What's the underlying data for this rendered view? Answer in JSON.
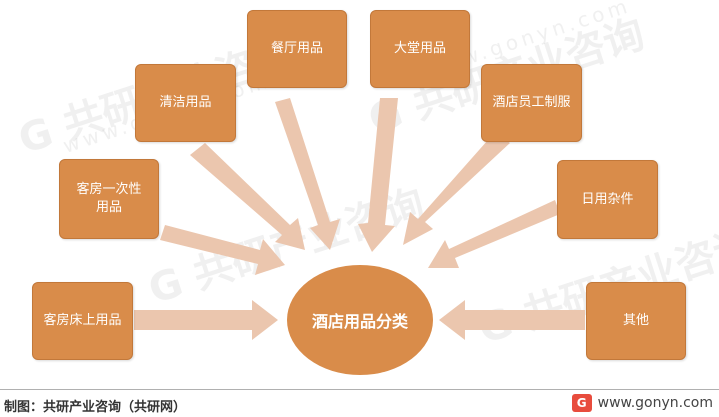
{
  "diagram": {
    "center_label": "酒店用品分类",
    "nodes": [
      {
        "id": "bed",
        "label": "客房床上用品"
      },
      {
        "id": "disposable",
        "label": "客房一次性用品"
      },
      {
        "id": "cleaning",
        "label": "清洁用品"
      },
      {
        "id": "dining",
        "label": "餐厅用品"
      },
      {
        "id": "lobby",
        "label": "大堂用品"
      },
      {
        "id": "uniform",
        "label": "酒店员工制服"
      },
      {
        "id": "sundries",
        "label": "日用杂件"
      },
      {
        "id": "other",
        "label": "其他"
      }
    ]
  },
  "footer": {
    "source": "制图：共研产业咨询（共研网）",
    "logo_badge": "G",
    "url": "www.gonyn.com"
  },
  "watermark": {
    "text": "G 共研产业咨询",
    "url": "www.gonyn.com"
  },
  "colors": {
    "node": "#d98c4a",
    "arrow": "#ebc6ae",
    "text": "#ffffff"
  }
}
